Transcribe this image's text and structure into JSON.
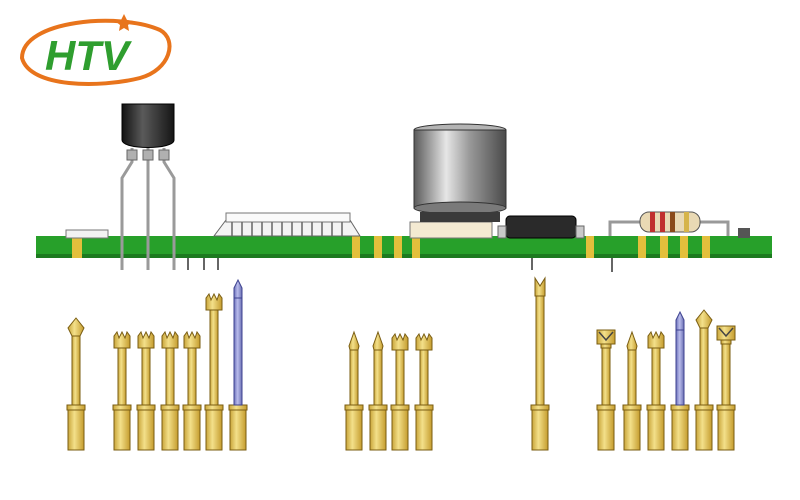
{
  "logo": {
    "text": "HTV",
    "colors": {
      "green": "#2f9e2f",
      "orange": "#e8741c"
    }
  },
  "illustration": {
    "subject": "pcb-cross-section-with-test-probe-tips",
    "colors": {
      "pcb": "#27a02a",
      "pcb_dark": "#1c7a1f",
      "pad": "#e2bf3c",
      "probe_gold": "#e8d06a",
      "probe_shadow": "#c9a53a",
      "probe_blue": "#8f93d4",
      "capacitor": "#8a8a8a",
      "transistor": "#2b2b2b",
      "ic": "#f2f2f2"
    },
    "components": [
      "transistor",
      "smd-ic",
      "electrolytic-capacitor",
      "smd-component",
      "axial-resistor"
    ],
    "probe_groups": [
      {
        "heads": [
          "cone-spear",
          "crown",
          "crown",
          "crown",
          "crown",
          "crown",
          "needle"
        ],
        "colors": [
          "gold",
          "gold",
          "gold",
          "gold",
          "gold",
          "gold",
          "blue"
        ]
      },
      {
        "heads": [
          "spear",
          "spear",
          "crown",
          "crown"
        ],
        "colors": [
          "gold",
          "gold",
          "gold",
          "gold"
        ]
      },
      {
        "heads": [
          "v-cup"
        ],
        "colors": [
          "gold"
        ]
      },
      {
        "heads": [
          "square-cup",
          "spear",
          "crown",
          "needle",
          "cone-spear",
          "square-cup"
        ],
        "colors": [
          "gold",
          "gold",
          "gold",
          "blue",
          "gold",
          "gold"
        ]
      }
    ]
  }
}
